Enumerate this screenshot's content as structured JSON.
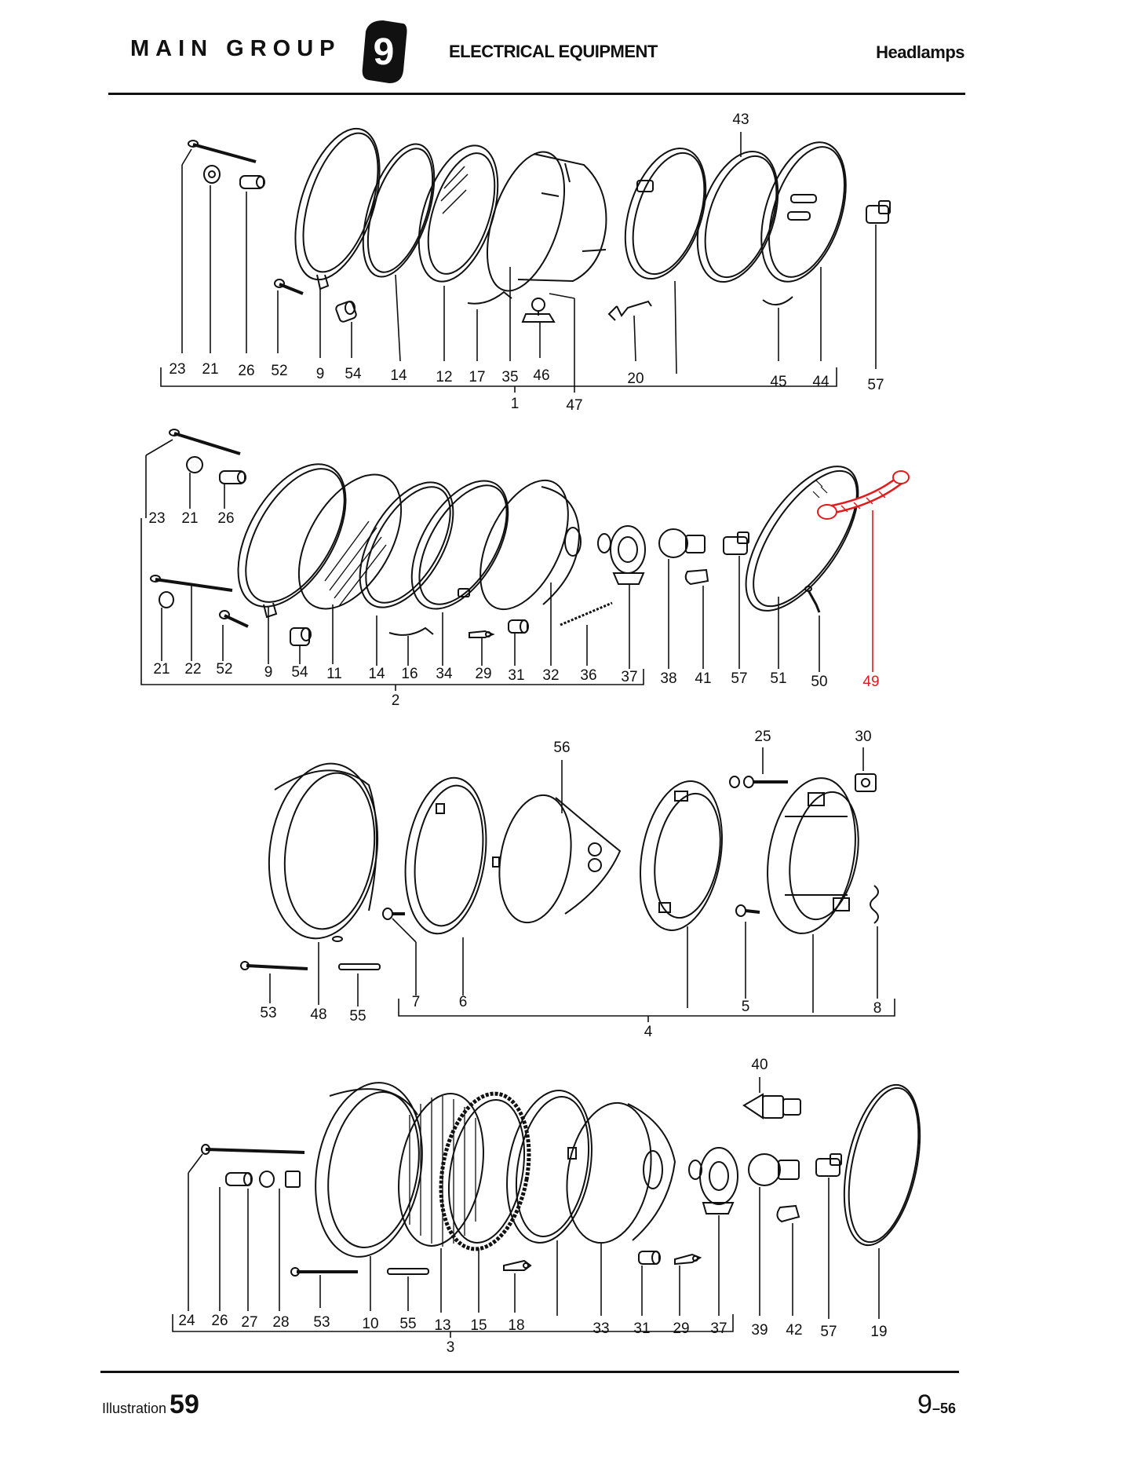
{
  "header": {
    "main_group": "MAIN GROUP",
    "group_number": "9",
    "section": "ELECTRICAL EQUIPMENT",
    "subsection": "Headlamps"
  },
  "footer": {
    "illustration_label": "Illustration",
    "illustration_number": "59",
    "page_main": "9",
    "page_sep": "–",
    "page_sub": "56"
  },
  "highlight_color": "#e01b1b",
  "assemblies": [
    {
      "id": "1",
      "parts": [
        "23",
        "21",
        "26",
        "52",
        "9",
        "54",
        "14",
        "12",
        "17",
        "35",
        "46",
        "20",
        "45",
        "44",
        "57",
        "43",
        "47"
      ]
    },
    {
      "id": "2",
      "parts": [
        "23",
        "21",
        "26",
        "21",
        "22",
        "52",
        "9",
        "54",
        "11",
        "14",
        "16",
        "34",
        "29",
        "31",
        "32",
        "36",
        "37",
        "38",
        "41",
        "57",
        "51",
        "50",
        "49"
      ],
      "highlighted": [
        "49"
      ]
    },
    {
      "id": "4",
      "parts": [
        "56",
        "25",
        "30",
        "53",
        "48",
        "55",
        "7",
        "6",
        "5",
        "8"
      ]
    },
    {
      "id": "3",
      "parts": [
        "40",
        "24",
        "26",
        "27",
        "28",
        "53",
        "10",
        "55",
        "13",
        "15",
        "18",
        "33",
        "31",
        "29",
        "37",
        "39",
        "42",
        "57",
        "19"
      ]
    }
  ]
}
